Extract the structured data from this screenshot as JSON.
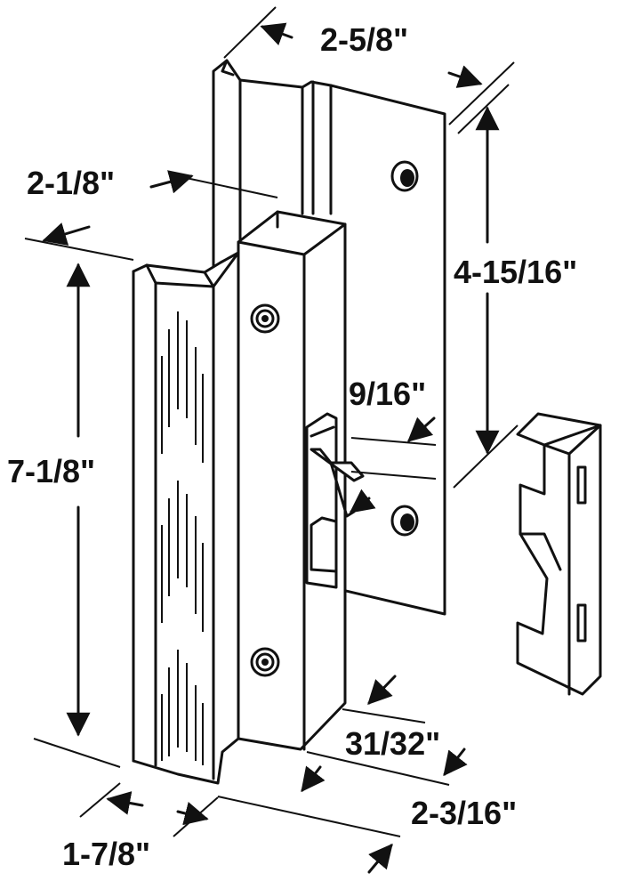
{
  "colors": {
    "ink": "#111111",
    "paper": "#ffffff"
  },
  "dimensions": {
    "plate_width": "2-5/8\"",
    "plate_height": "4-15/16\"",
    "handle_depth": "2-1/8\"",
    "handle_height": "7-1/8\"",
    "latch_width": "9/16\"",
    "body_thickness": "31/32\"",
    "base_width": "2-3/16\"",
    "handle_width": "1-7/8\""
  }
}
